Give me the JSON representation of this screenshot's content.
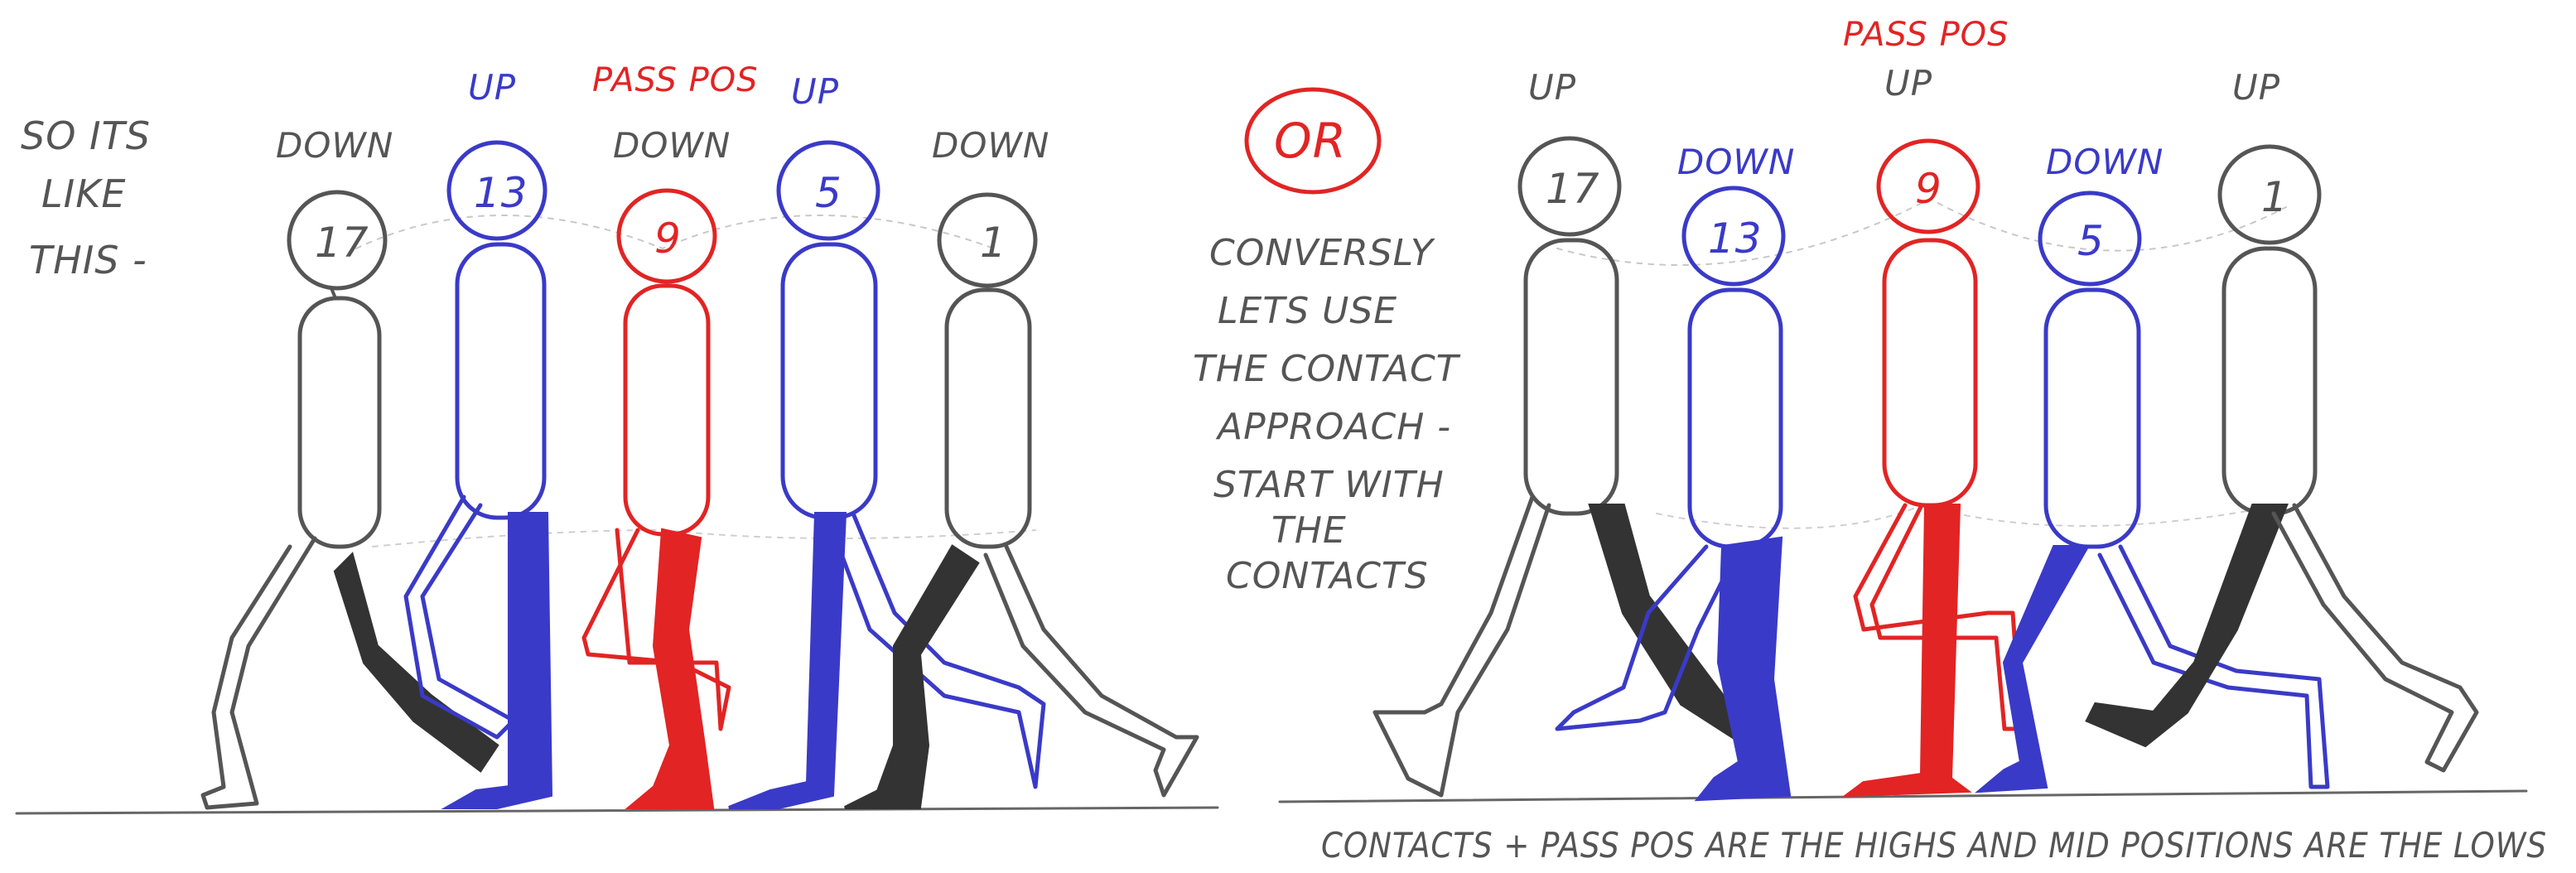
{
  "colors": {
    "ink": "#555555",
    "blue": "#3a3ac8",
    "red": "#e22424",
    "dark": "#333333"
  },
  "left_panel": {
    "intro_lines": [
      "SO ITS",
      "LIKE",
      "THIS -"
    ],
    "figures": [
      {
        "frame": "17",
        "label": "DOWN",
        "label_color": "ink",
        "color": "ink",
        "shaded_leg": "dark"
      },
      {
        "frame": "13",
        "label": "UP",
        "label_color": "blue",
        "color": "blue",
        "shaded_leg": "blue"
      },
      {
        "frame": "9",
        "label": "DOWN",
        "top_label": "PASS POS",
        "label_color": "ink",
        "top_label_color": "red",
        "color": "red",
        "shaded_leg": "red"
      },
      {
        "frame": "5",
        "label": "UP",
        "label_color": "blue",
        "color": "blue",
        "shaded_leg": "blue"
      },
      {
        "frame": "1",
        "label": "DOWN",
        "label_color": "ink",
        "color": "ink",
        "shaded_leg": "dark"
      }
    ]
  },
  "or_badge": "OR",
  "middle_note_lines": [
    "CONVERSLY",
    "LETS USE",
    "THE CONTACT",
    "APPROACH -",
    "START WITH",
    "THE",
    "CONTACTS"
  ],
  "right_panel": {
    "figures": [
      {
        "frame": "17",
        "label": "UP",
        "label_color": "ink",
        "color": "ink",
        "shaded_leg": "dark"
      },
      {
        "frame": "13",
        "label": "DOWN",
        "label_color": "blue",
        "color": "blue",
        "shaded_leg": "blue"
      },
      {
        "frame": "9",
        "label": "UP",
        "top_label": "PASS POS",
        "label_color": "ink",
        "top_label_color": "red",
        "color": "red",
        "shaded_leg": "red"
      },
      {
        "frame": "5",
        "label": "DOWN",
        "label_color": "blue",
        "color": "blue",
        "shaded_leg": "blue"
      },
      {
        "frame": "1",
        "label": "UP",
        "label_color": "ink",
        "color": "ink",
        "shaded_leg": "dark"
      }
    ]
  },
  "bottom_caption": "CONTACTS + PASS POS ARE THE HIGHS AND MID POSITIONS ARE THE LOWS"
}
